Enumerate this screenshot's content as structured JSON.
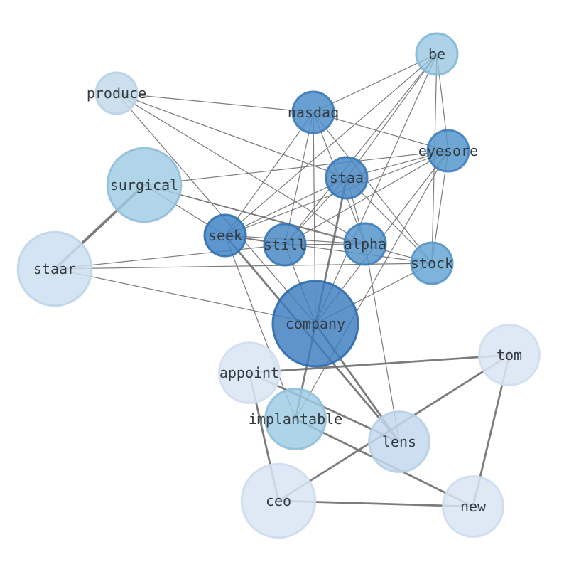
{
  "nodes": [
    {
      "id": "be",
      "label": "be",
      "size": 0.3,
      "fill": "#8fc2df",
      "stroke": "#82b8d8",
      "opacity": 0.72
    },
    {
      "id": "produce",
      "label": "produce",
      "size": 0.3,
      "fill": "#c3d9ea",
      "stroke": "#b8d2e7",
      "opacity": 0.85
    },
    {
      "id": "nasdaq",
      "label": "nasdaq",
      "size": 0.3,
      "fill": "#4f8fc9",
      "stroke": "#3a7ab8",
      "opacity": 0.85
    },
    {
      "id": "eyesore",
      "label": "eyesore",
      "size": 0.3,
      "fill": "#5596cc",
      "stroke": "#3f7fbc",
      "opacity": 0.85
    },
    {
      "id": "staa",
      "label": "staa",
      "size": 0.3,
      "fill": "#4b8ac6",
      "stroke": "#3676b5",
      "opacity": 0.85
    },
    {
      "id": "surgical",
      "label": "surgical",
      "size": 0.52,
      "fill": "#9fcae3",
      "stroke": "#90bedb",
      "opacity": 0.82
    },
    {
      "id": "seek",
      "label": "seek",
      "size": 0.3,
      "fill": "#4285c4",
      "stroke": "#3070b1",
      "opacity": 0.85
    },
    {
      "id": "still",
      "label": "still",
      "size": 0.3,
      "fill": "#4b8ac6",
      "stroke": "#3676b5",
      "opacity": 0.85
    },
    {
      "id": "alpha",
      "label": "alpha",
      "size": 0.3,
      "fill": "#5595cb",
      "stroke": "#3f80bd",
      "opacity": 0.85
    },
    {
      "id": "stock",
      "label": "stock",
      "size": 0.3,
      "fill": "#69a7d3",
      "stroke": "#5895c7",
      "opacity": 0.85
    },
    {
      "id": "staar",
      "label": "staar",
      "size": 0.52,
      "fill": "#ccdff0",
      "stroke": "#bcd4ea",
      "opacity": 0.85
    },
    {
      "id": "company",
      "label": "company",
      "size": 0.6,
      "fill": "#3c7dbf",
      "stroke": "#2d6aad",
      "opacity": 0.82
    },
    {
      "id": "tom",
      "label": "tom",
      "size": 0.43,
      "fill": "#dbe6f4",
      "stroke": "#d0def0",
      "opacity": 0.88
    },
    {
      "id": "appoint",
      "label": "appoint",
      "size": 0.43,
      "fill": "#dbe6f4",
      "stroke": "#d0def0",
      "opacity": 0.88
    },
    {
      "id": "implantable",
      "label": "implantable",
      "size": 0.43,
      "fill": "#9ccbe3",
      "stroke": "#90bfdb",
      "opacity": 0.82
    },
    {
      "id": "lens",
      "label": "lens",
      "size": 0.43,
      "fill": "#c3d8ec",
      "stroke": "#b7d0e7",
      "opacity": 0.85
    },
    {
      "id": "ceo",
      "label": "ceo",
      "size": 0.52,
      "fill": "#d9e5f3",
      "stroke": "#cddcef",
      "opacity": 0.85
    },
    {
      "id": "new",
      "label": "new",
      "size": 0.43,
      "fill": "#d9e5f3",
      "stroke": "#cddcef",
      "opacity": 0.85
    }
  ],
  "edges": [
    {
      "source": "be",
      "target": "nasdaq",
      "weight": 1
    },
    {
      "source": "be",
      "target": "eyesore",
      "weight": 1
    },
    {
      "source": "be",
      "target": "staa",
      "weight": 1
    },
    {
      "source": "be",
      "target": "seek",
      "weight": 1
    },
    {
      "source": "be",
      "target": "still",
      "weight": 1
    },
    {
      "source": "be",
      "target": "company",
      "weight": 1
    },
    {
      "source": "be",
      "target": "stock",
      "weight": 1
    },
    {
      "source": "produce",
      "target": "nasdaq",
      "weight": 1
    },
    {
      "source": "produce",
      "target": "staa",
      "weight": 1
    },
    {
      "source": "produce",
      "target": "alpha",
      "weight": 1
    },
    {
      "source": "produce",
      "target": "company",
      "weight": 1
    },
    {
      "source": "nasdaq",
      "target": "eyesore",
      "weight": 1
    },
    {
      "source": "nasdaq",
      "target": "seek",
      "weight": 1
    },
    {
      "source": "nasdaq",
      "target": "still",
      "weight": 1
    },
    {
      "source": "nasdaq",
      "target": "alpha",
      "weight": 1
    },
    {
      "source": "nasdaq",
      "target": "stock",
      "weight": 1
    },
    {
      "source": "nasdaq",
      "target": "company",
      "weight": 1
    },
    {
      "source": "eyesore",
      "target": "surgical",
      "weight": 1
    },
    {
      "source": "eyesore",
      "target": "seek",
      "weight": 1
    },
    {
      "source": "eyesore",
      "target": "still",
      "weight": 1
    },
    {
      "source": "eyesore",
      "target": "stock",
      "weight": 1
    },
    {
      "source": "eyesore",
      "target": "company",
      "weight": 1
    },
    {
      "source": "eyesore",
      "target": "staa",
      "weight": 1
    },
    {
      "source": "eyesore",
      "target": "implantable",
      "weight": 1
    },
    {
      "source": "staa",
      "target": "seek",
      "weight": 1
    },
    {
      "source": "staa",
      "target": "still",
      "weight": 1
    },
    {
      "source": "staa",
      "target": "alpha",
      "weight": 1
    },
    {
      "source": "staa",
      "target": "stock",
      "weight": 1
    },
    {
      "source": "staa",
      "target": "implantable",
      "weight": 2
    },
    {
      "source": "surgical",
      "target": "staar",
      "weight": 3
    },
    {
      "source": "surgical",
      "target": "seek",
      "weight": 1
    },
    {
      "source": "surgical",
      "target": "alpha",
      "weight": 1
    },
    {
      "source": "surgical",
      "target": "stock",
      "weight": 1
    },
    {
      "source": "seek",
      "target": "still",
      "weight": 1
    },
    {
      "source": "seek",
      "target": "alpha",
      "weight": 1
    },
    {
      "source": "seek",
      "target": "stock",
      "weight": 1
    },
    {
      "source": "seek",
      "target": "lens",
      "weight": 2
    },
    {
      "source": "seek",
      "target": "implantable",
      "weight": 1
    },
    {
      "source": "still",
      "target": "alpha",
      "weight": 1
    },
    {
      "source": "still",
      "target": "staar",
      "weight": 1
    },
    {
      "source": "still",
      "target": "company",
      "weight": 1
    },
    {
      "source": "alpha",
      "target": "lens",
      "weight": 1
    },
    {
      "source": "stock",
      "target": "staar",
      "weight": 1
    },
    {
      "source": "stock",
      "target": "company",
      "weight": 1
    },
    {
      "source": "staar",
      "target": "company",
      "weight": 1
    },
    {
      "source": "company",
      "target": "lens",
      "weight": 2
    },
    {
      "source": "tom",
      "target": "appoint",
      "weight": 2
    },
    {
      "source": "tom",
      "target": "ceo",
      "weight": 2
    },
    {
      "source": "tom",
      "target": "new",
      "weight": 2
    },
    {
      "source": "appoint",
      "target": "lens",
      "weight": 2
    },
    {
      "source": "appoint",
      "target": "ceo",
      "weight": 2
    },
    {
      "source": "implantable",
      "target": "new",
      "weight": 2
    },
    {
      "source": "ceo",
      "target": "new",
      "weight": 2
    }
  ]
}
